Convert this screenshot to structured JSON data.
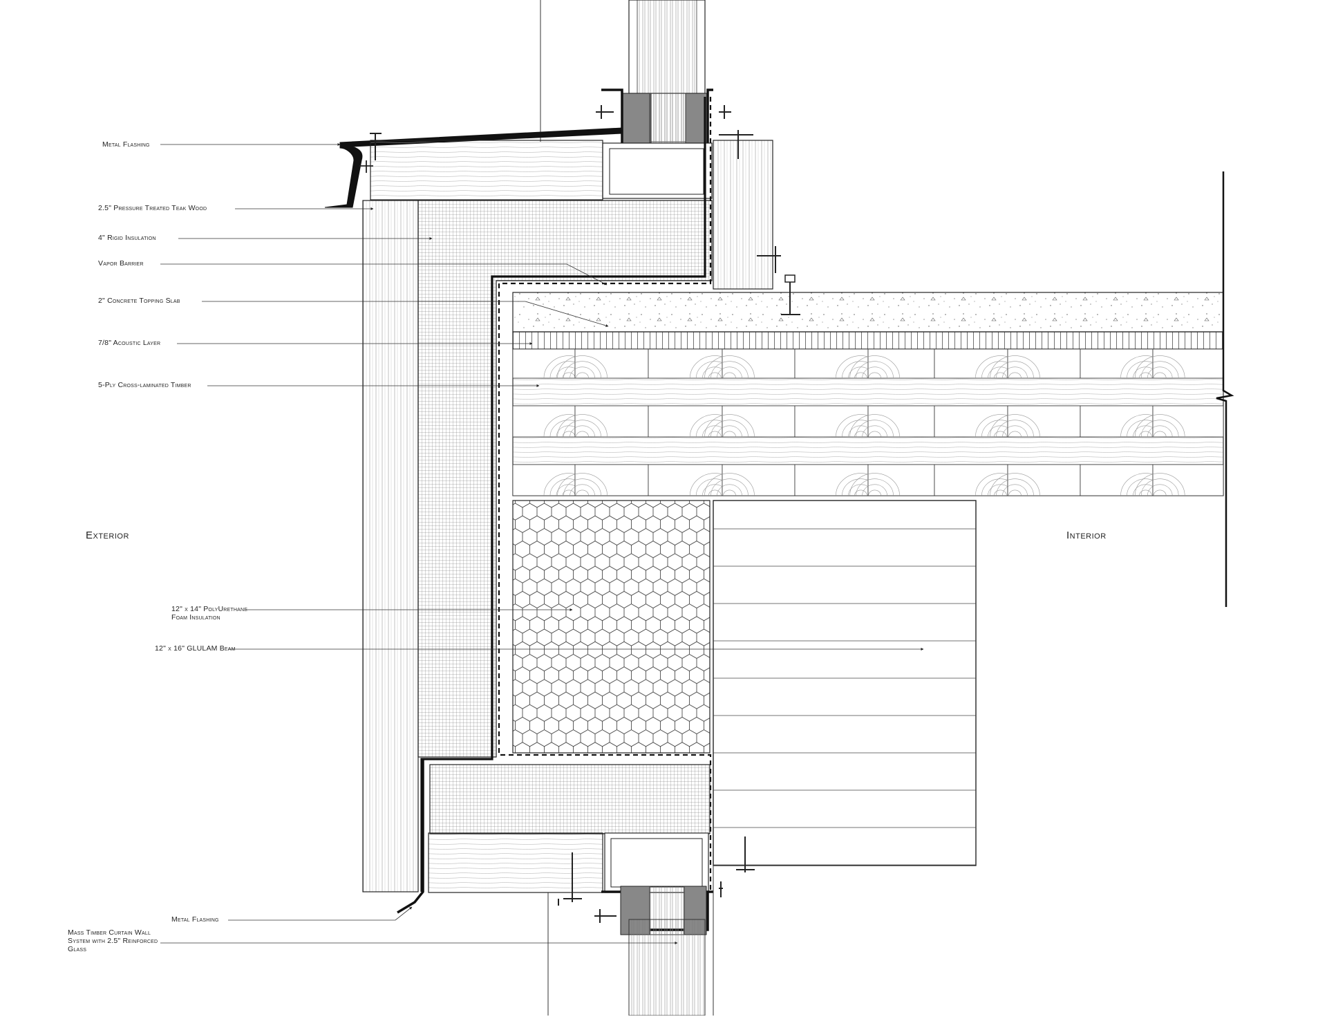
{
  "side_labels": {
    "exterior": "Exterior",
    "interior": "Interior"
  },
  "callouts": [
    {
      "id": "metal-flashing-top",
      "lines": [
        "Metal Flashing"
      ]
    },
    {
      "id": "teak-wood",
      "lines": [
        "2.5\" Pressure Treated Teak Wood"
      ]
    },
    {
      "id": "rigid-insulation",
      "lines": [
        "4\" Rigid Insulation"
      ]
    },
    {
      "id": "vapor-barrier",
      "lines": [
        "Vapor Barrier"
      ]
    },
    {
      "id": "concrete-topping",
      "lines": [
        "2\" Concrete Topping Slab"
      ]
    },
    {
      "id": "acoustic-layer",
      "lines": [
        "7/8\" Acoustic Layer"
      ]
    },
    {
      "id": "clt",
      "lines": [
        "5-Ply Cross-laminated Timber"
      ]
    },
    {
      "id": "pu-foam",
      "lines": [
        "12\" x 14\" PolyUrethane",
        "Foam Insulation"
      ]
    },
    {
      "id": "glulam",
      "lines": [
        "12\" x 16\" GLULAM Beam"
      ]
    },
    {
      "id": "metal-flashing-bottom",
      "lines": [
        "Metal Flashing"
      ]
    },
    {
      "id": "curtain-wall",
      "lines": [
        "Mass Timber Curtain Wall",
        "System with 2.5\" Reinforced",
        "Glass"
      ]
    }
  ]
}
